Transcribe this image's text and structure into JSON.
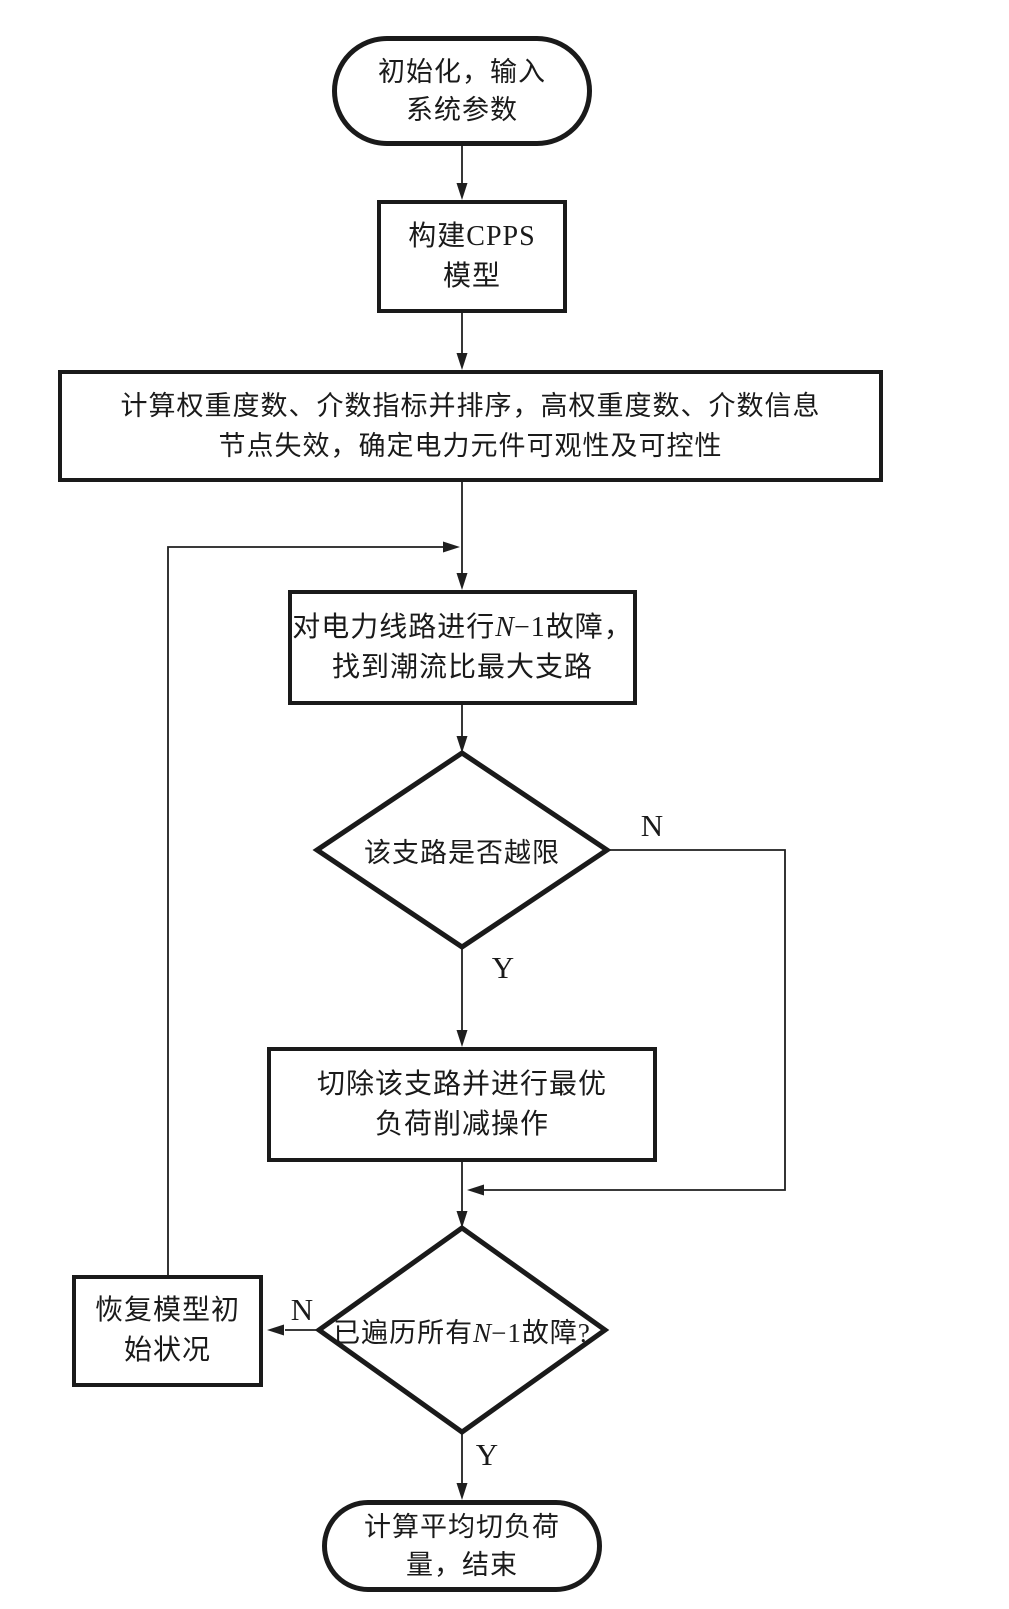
{
  "page": {
    "background": "#ffffff",
    "ink": "#1a1a1a"
  },
  "flowchart": {
    "start": {
      "line1": "初始化，输入",
      "line2": "系统参数"
    },
    "build_model": {
      "line1": "构建CPPS",
      "line2": "模型"
    },
    "compute_rank": {
      "line1": "计算权重度数、介数指标并排序，高权重度数、介数信息",
      "line2": "节点失效，确定电力元件可观性及可控性"
    },
    "n1_fault": {
      "seg1": "对电力线路进行",
      "seg2": "N",
      "seg3": "−1故障，",
      "line2": "找到潮流比最大支路"
    },
    "branch_overlimit": {
      "text": "该支路是否越限"
    },
    "cut_branch": {
      "line1": "切除该支路并进行最优",
      "line2": "负荷削减操作"
    },
    "traversed_all": {
      "seg1": "已遍历所有",
      "seg2": "N",
      "seg3": "−1故障?"
    },
    "restore_model": {
      "line1": "恢复模型初",
      "line2": "始状况"
    },
    "end": {
      "line1": "计算平均切负荷",
      "line2": "量，结束"
    },
    "labels": {
      "yes": "Y",
      "no": "N"
    }
  }
}
